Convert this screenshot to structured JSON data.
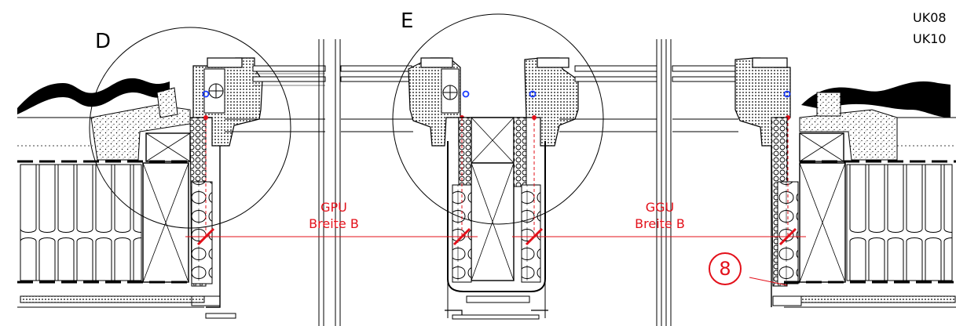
{
  "detail_callouts": {
    "d": "D",
    "e": "E"
  },
  "model_codes": [
    "UK08",
    "UK10"
  ],
  "dimension_labels": {
    "gpu": {
      "name": "GPU",
      "text": "Breite B"
    },
    "ggu": {
      "name": "GGU",
      "text": "Breite B"
    }
  },
  "position_marker": "8",
  "colors": {
    "line": "#000000",
    "dimension": "#e3101a",
    "gasket": "#1a3cff"
  }
}
